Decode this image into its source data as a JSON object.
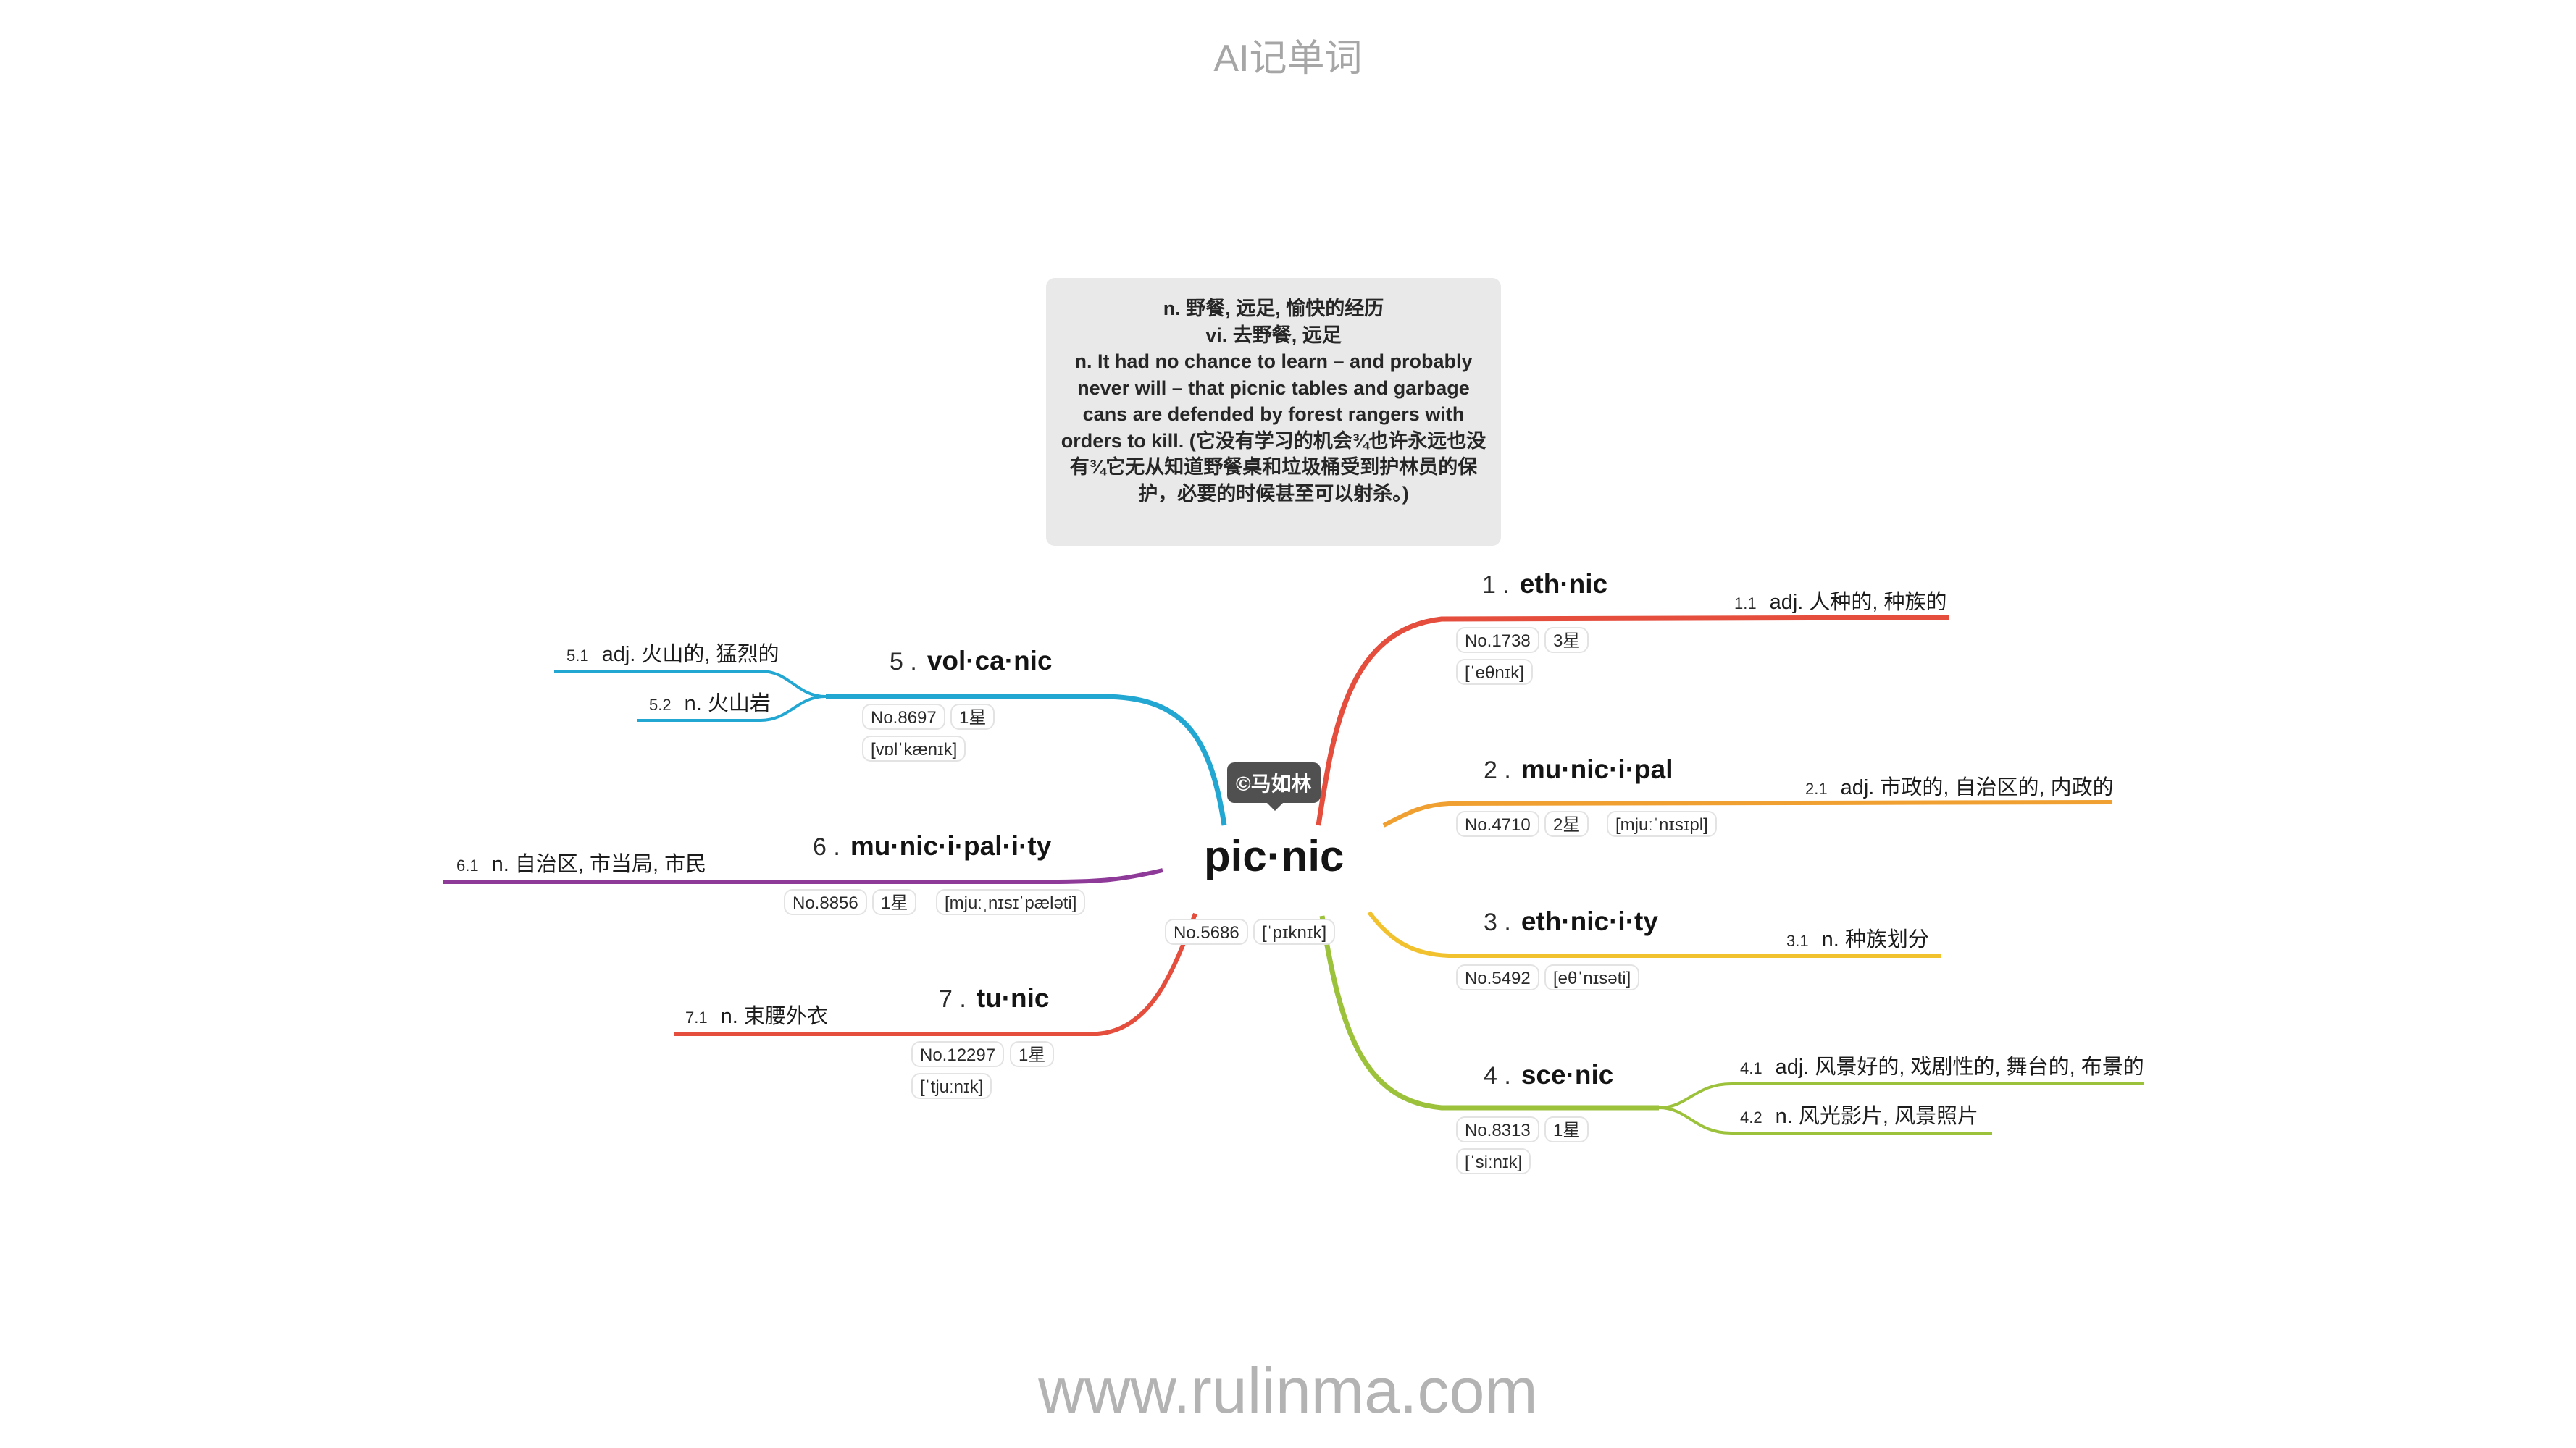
{
  "header": {
    "title": "AI记单词"
  },
  "footer": {
    "url": "www.rulinma.com"
  },
  "note": {
    "lines": [
      "n. 野餐, 远足, 愉快的经历",
      "vi. 去野餐, 远足",
      "n. It had no chance to learn – and probably never will – that picnic tables and garbage cans are defended by forest rangers with orders to kill. (它没有学习的机会¾也许永远也没有¾它无从知道野餐桌和垃圾桶受到护林员的保护，必要的时候甚至可以射杀。)"
    ]
  },
  "center": {
    "word": "pic·nic",
    "author": "©马如林",
    "no": "No.5686",
    "phonetic": "[ˈpɪknɪk]"
  },
  "branches": {
    "b1": {
      "num": "1 .",
      "word": "eth·nic",
      "color": "#e54d3d",
      "no": "No.1738",
      "stars": "3星",
      "phonetic": "[ˈeθnɪk]",
      "defs": [
        {
          "num": "1.1",
          "text": "adj. 人种的, 种族的"
        }
      ]
    },
    "b2": {
      "num": "2 .",
      "word": "mu·nic·i·pal",
      "color": "#f0a030",
      "no": "No.4710",
      "stars": "2星",
      "phonetic": "[mjuːˈnɪsɪpl]",
      "defs": [
        {
          "num": "2.1",
          "text": "adj. 市政的, 自治区的, 内政的"
        }
      ]
    },
    "b3": {
      "num": "3 .",
      "word": "eth·nic·i·ty",
      "color": "#f2c12e",
      "no": "No.5492",
      "phonetic": "[eθˈnɪsəti]",
      "defs": [
        {
          "num": "3.1",
          "text": "n. 种族划分"
        }
      ]
    },
    "b4": {
      "num": "4 .",
      "word": "sce·nic",
      "color": "#9cc23c",
      "no": "No.8313",
      "stars": "1星",
      "phonetic": "[ˈsiːnɪk]",
      "defs": [
        {
          "num": "4.1",
          "text": "adj. 风景好的, 戏剧性的, 舞台的, 布景的"
        },
        {
          "num": "4.2",
          "text": "n. 风光影片, 风景照片"
        }
      ]
    },
    "b5": {
      "num": "5 .",
      "word": "vol·ca·nic",
      "color": "#22a6d2",
      "no": "No.8697",
      "stars": "1星",
      "phonetic": "[vɒlˈkænɪk]",
      "defs": [
        {
          "num": "5.1",
          "text": "adj. 火山的, 猛烈的"
        },
        {
          "num": "5.2",
          "text": "n. 火山岩"
        }
      ]
    },
    "b6": {
      "num": "6 .",
      "word": "mu·nic·i·pal·i·ty",
      "color": "#8e3a98",
      "no": "No.8856",
      "stars": "1星",
      "phonetic": "[mjuːˌnɪsɪˈpæləti]",
      "defs": [
        {
          "num": "6.1",
          "text": "n. 自治区, 市当局, 市民"
        }
      ]
    },
    "b7": {
      "num": "7 .",
      "word": "tu·nic",
      "color": "#e54d3d",
      "no": "No.12297",
      "stars": "1星",
      "phonetic": "[ˈtjuːnɪk]",
      "defs": [
        {
          "num": "7.1",
          "text": "n. 束腰外衣"
        }
      ]
    }
  }
}
